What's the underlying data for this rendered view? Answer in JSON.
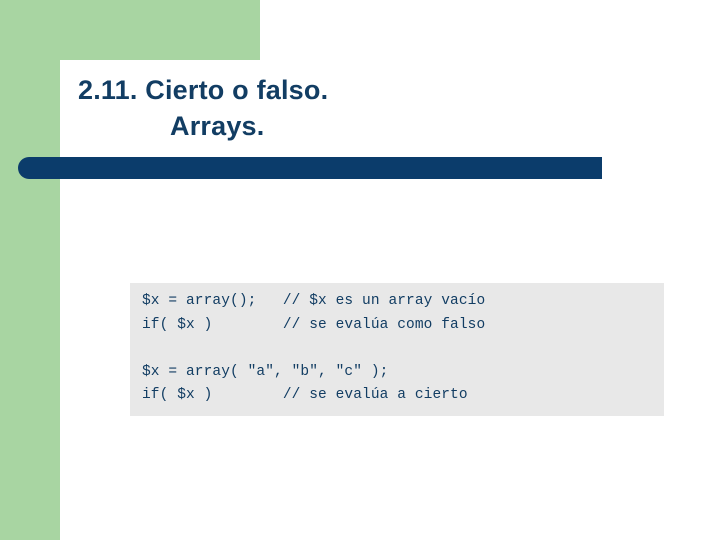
{
  "slide": {
    "title_line1": "2.11. Cierto o falso.",
    "title_line2": "Arrays.",
    "colors": {
      "title_text": "#123d63",
      "bar": "#0b3c6b",
      "band_green": "#a8d5a2",
      "code_background": "#e8e8e8",
      "code_text": "#123d63"
    },
    "code": {
      "lines": [
        "$x = array();   // $x es un array vacío",
        "if( $x )        // se evalúa como falso",
        "",
        "$x = array( \"a\", \"b\", \"c\" );",
        "if( $x )        // se evalúa a cierto"
      ]
    }
  }
}
